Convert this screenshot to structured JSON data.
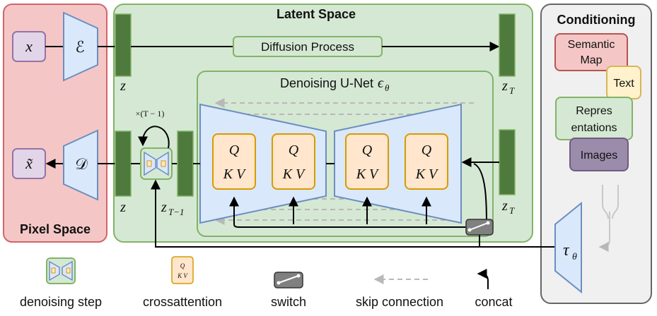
{
  "regions": {
    "pixel_space": "Pixel Space",
    "latent_space": "Latent Space",
    "conditioning": "Conditioning",
    "unet": "Denoising U-Net"
  },
  "symbols": {
    "unet_symbol": "ϵ",
    "unet_symbol_sub": "θ",
    "x": "x",
    "x_tilde": "x̃",
    "encoder": "ℰ",
    "decoder": "𝒟",
    "z": "z",
    "z_t": "z",
    "z_t_sub": "T",
    "z_t1": "z",
    "z_t1_sub": "T−1",
    "repeat": "×(T − 1)",
    "tau": "τ",
    "tau_sub": "θ",
    "q": "Q",
    "kv": "K V"
  },
  "process": {
    "diffusion": "Diffusion Process"
  },
  "conditioning_items": {
    "semantic_map_line1": "Semantic",
    "semantic_map_line2": "Map",
    "text": "Text",
    "representations_line1": "Repres",
    "representations_line2": "entations",
    "images": "Images"
  },
  "legend": {
    "denoising_step": "denoising step",
    "crossattention": "crossattention",
    "switch": "switch",
    "skip_connection": "skip connection",
    "concat": "concat"
  },
  "colors": {
    "pixel_fill": "#f4c7c6",
    "pixel_stroke": "#d0666a",
    "latent_fill": "#d5e8d4",
    "latent_stroke": "#82b366",
    "cond_fill": "#f0f0f0",
    "cond_stroke": "#666666",
    "blue_fill": "#dae8fc",
    "blue_stroke": "#6c8ebf",
    "dark_green": "#4f7a3d",
    "attn_fill": "#ffe6cc",
    "attn_stroke": "#d79b00",
    "purple_fill": "#e1d5e7",
    "purple_stroke": "#9673a6"
  }
}
